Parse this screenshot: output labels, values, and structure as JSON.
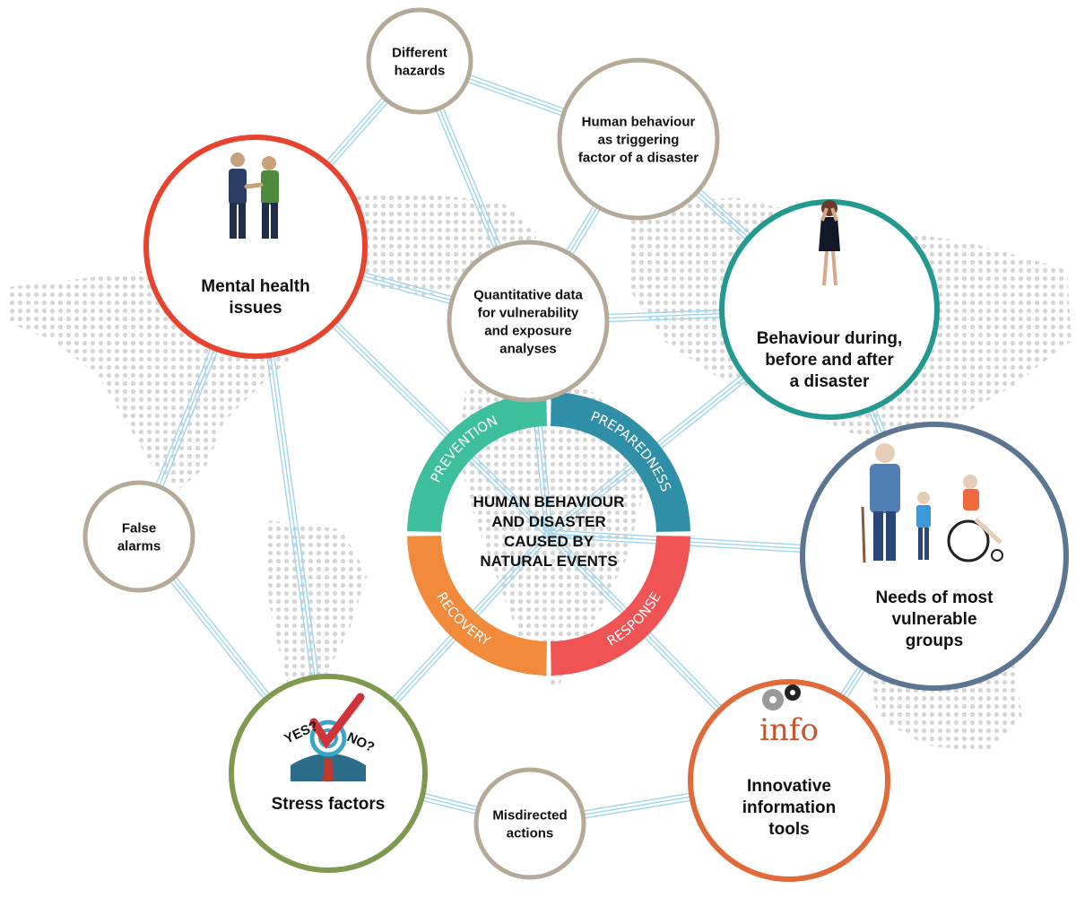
{
  "center": {
    "title_lines": [
      "HUMAN BEHAVIOUR",
      "AND DISASTER",
      "CAUSED BY",
      "NATURAL EVENTS"
    ],
    "segments": [
      {
        "label": "PREVENTION",
        "color": "#3dbf9e"
      },
      {
        "label": "PREPAREDNESS",
        "color": "#2f8fa6"
      },
      {
        "label": "RESPONSE",
        "color": "#ef5354"
      },
      {
        "label": "RECOVERY",
        "color": "#f28a3c"
      }
    ]
  },
  "nodes": {
    "mental_health": {
      "lines": [
        "Mental health",
        "issues"
      ],
      "color": "#e8432e",
      "icon": "handshake-people-icon"
    },
    "different_hazards": {
      "lines": [
        "Different",
        "hazards"
      ],
      "color": "#b5aa98"
    },
    "triggering": {
      "lines": [
        "Human behaviour",
        "as triggering",
        "factor of a disaster"
      ],
      "color": "#b5aa98"
    },
    "quantitative": {
      "lines": [
        "Quantitative data",
        "for vulnerability",
        "and exposure",
        "analyses"
      ],
      "color": "#b5aa98"
    },
    "behaviour": {
      "lines": [
        "Behaviour during,",
        "before and after",
        "a disaster"
      ],
      "color": "#23998f",
      "icon": "distressed-woman-icon"
    },
    "vulnerable": {
      "lines": [
        "Needs of most",
        "vulnerable",
        "groups"
      ],
      "color": "#5b7593",
      "icon": "vulnerable-groups-icon"
    },
    "false_alarms": {
      "lines": [
        "False",
        "alarms"
      ],
      "color": "#b5aa98"
    },
    "stress": {
      "lines": [
        "Stress factors"
      ],
      "color": "#7f9a4f",
      "icon": "decision-checkmark-icon",
      "icon_text": [
        "YES?",
        "NO?"
      ]
    },
    "misdirected": {
      "lines": [
        "Misdirected",
        "actions"
      ],
      "color": "#b5aa98"
    },
    "innovative": {
      "lines": [
        "Innovative",
        "information",
        "tools"
      ],
      "color": "#e06a3a",
      "icon": "gears-info-icon",
      "icon_text": "info"
    }
  }
}
